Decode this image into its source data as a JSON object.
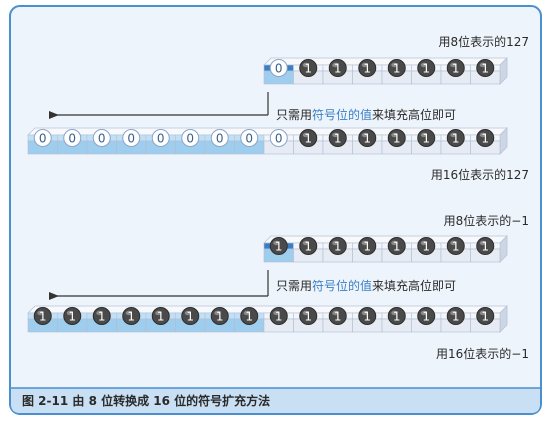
{
  "colors": {
    "frame": "#4a8fd0",
    "panel": "#eef4fb",
    "caption_bg": "#c9dff4",
    "sign_highlight": "#3a7fc4",
    "extended_cell": "#9fcdee",
    "plain_cell": "#e6ebf4",
    "zero_disk": "#ffffff",
    "one_disk": "#4a4a4a"
  },
  "figure": {
    "caption": "图 2-11    由 8 位转换成 16 位的符号扩充方法",
    "blocks": [
      {
        "id": "positive",
        "top_label": "用8位表示的127",
        "bottom_label": "用16位表示的127",
        "note": {
          "prefix": "只需用",
          "highlight": "符号位的值",
          "suffix": "来填充高位即可"
        },
        "bits8": [
          "0",
          "1",
          "1",
          "1",
          "1",
          "1",
          "1",
          "1"
        ],
        "bits16": [
          "0",
          "0",
          "0",
          "0",
          "0",
          "0",
          "0",
          "0",
          "0",
          "1",
          "1",
          "1",
          "1",
          "1",
          "1",
          "1"
        ]
      },
      {
        "id": "negative",
        "top_label": "用8位表示的−1",
        "bottom_label": "用16位表示的−1",
        "note": {
          "prefix": "只需用",
          "highlight": "符号位的值",
          "suffix": "来填充高位即可"
        },
        "bits8": [
          "1",
          "1",
          "1",
          "1",
          "1",
          "1",
          "1",
          "1"
        ],
        "bits16": [
          "1",
          "1",
          "1",
          "1",
          "1",
          "1",
          "1",
          "1",
          "1",
          "1",
          "1",
          "1",
          "1",
          "1",
          "1",
          "1"
        ]
      }
    ]
  }
}
